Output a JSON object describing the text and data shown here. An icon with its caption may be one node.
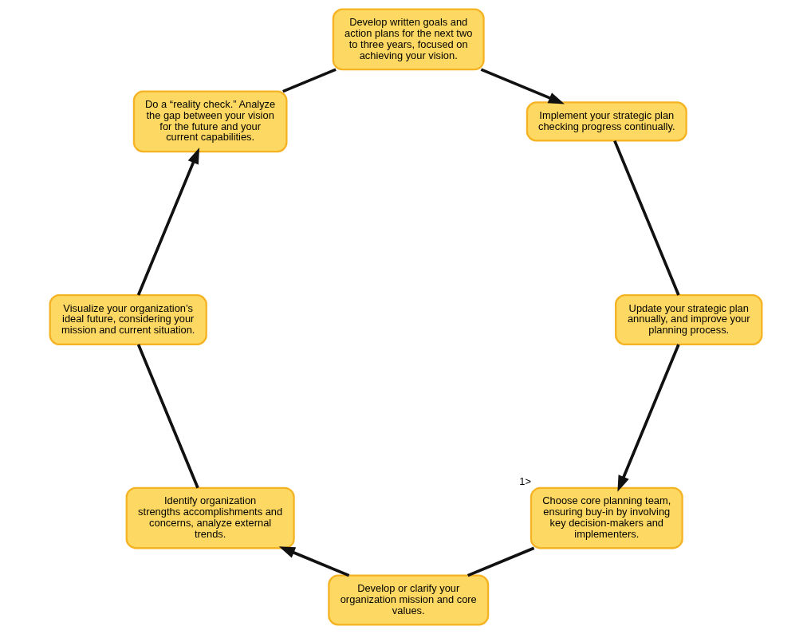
{
  "diagram": {
    "nodes": [
      {
        "text": [
          "Choose core planning team, ensuring buy-in by involving key decision-makers and implementers."
        ],
        "beside": [
          "1>"
        ]
      },
      {
        "text": [
          "Develop or clarify your organization mission and core values."
        ]
      },
      {
        "text": [
          "Identify organization strengths accomplishments and concerns, analyze external trends."
        ]
      },
      {
        "text": [
          "Visualize your organization’s ideal future, considering your mission and current situation."
        ]
      },
      {
        "text": [
          "Do a “reality check.” Analyze the gap between your vision for the future and your current capabilities."
        ]
      },
      {
        "text": [
          "Develop written goals and action plans for the next two to three years, focused on achieving your vision."
        ]
      },
      {
        "text": [
          "Implement your strategic plan checking progress continually."
        ]
      },
      {
        "text": [
          "Update your strategic plan annually, and improve your planning process."
        ]
      }
    ],
    "edges": [
      {
        "from": 0,
        "to": 1,
        "arrow": "none"
      },
      {
        "from": 1,
        "to": 2,
        "arrow": "to"
      },
      {
        "from": 2,
        "to": 3,
        "arrow": "none"
      },
      {
        "from": 3,
        "to": 4,
        "arrow": "to"
      },
      {
        "from": 4,
        "to": 5,
        "arrow": "none"
      },
      {
        "from": 5,
        "to": 6,
        "arrow": "to"
      },
      {
        "from": 6,
        "to": 7,
        "arrow": "none"
      },
      {
        "from": 7,
        "to": 0,
        "arrow": "to"
      }
    ]
  }
}
